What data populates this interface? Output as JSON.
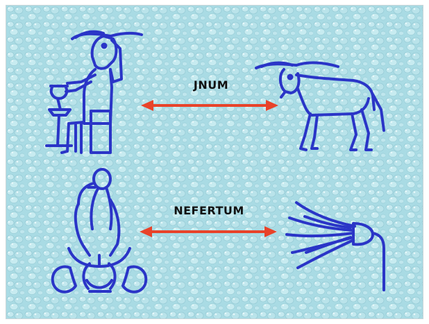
{
  "labels": {
    "top": "JNUM",
    "bottom": "NEFERTUM"
  },
  "figures": {
    "top_left": "ram-headed-potter-glyph",
    "top_right": "ram-glyph",
    "bottom_left": "child-on-lotus-glyph",
    "bottom_right": "lotus-flower-glyph"
  },
  "colors": {
    "background": "#a9dbe4",
    "figure_stroke": "#2a35c7",
    "arrow": "#e8432a",
    "text": "#111111"
  }
}
